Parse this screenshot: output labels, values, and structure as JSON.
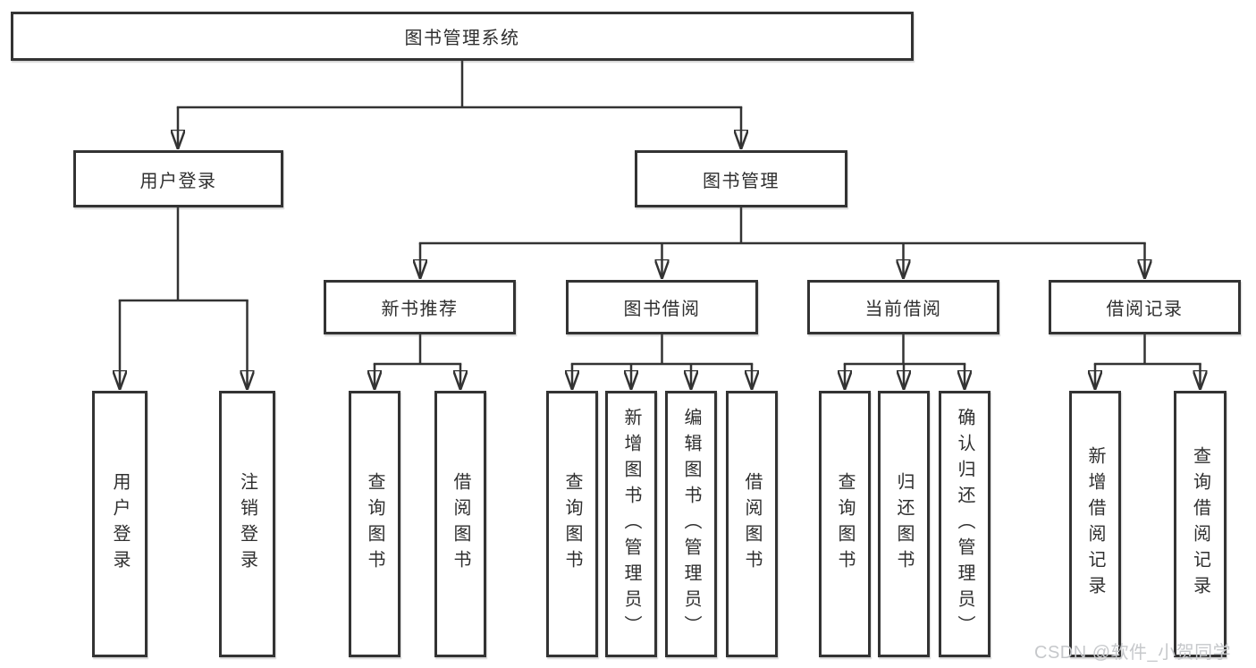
{
  "tree": {
    "root": {
      "label": "图书管理系统"
    },
    "branches": [
      {
        "label": "用户登录",
        "children": [
          {
            "label": "用户登录"
          },
          {
            "label": "注销登录"
          }
        ]
      },
      {
        "label": "图书管理",
        "children": [
          {
            "label": "新书推荐",
            "children": [
              {
                "label": "查询图书"
              },
              {
                "label": "借阅图书"
              }
            ]
          },
          {
            "label": "图书借阅",
            "children": [
              {
                "label": "查询图书"
              },
              {
                "label": "新增图书（管理员）"
              },
              {
                "label": "编辑图书（管理员）"
              },
              {
                "label": "借阅图书"
              }
            ]
          },
          {
            "label": "当前借阅",
            "children": [
              {
                "label": "查询图书"
              },
              {
                "label": "归还图书"
              },
              {
                "label": "确认归还（管理员）"
              }
            ]
          },
          {
            "label": "借阅记录",
            "children": [
              {
                "label": "新增借阅记录"
              },
              {
                "label": "查询借阅记录"
              }
            ]
          }
        ]
      }
    ]
  },
  "watermark": {
    "text": "CSDN @软件_小贺同学"
  },
  "colors": {
    "line": "#333333",
    "box_border": "#333333",
    "text": "#2f2f2f",
    "watermark": "#c6c8cb",
    "background": "#ffffff"
  }
}
